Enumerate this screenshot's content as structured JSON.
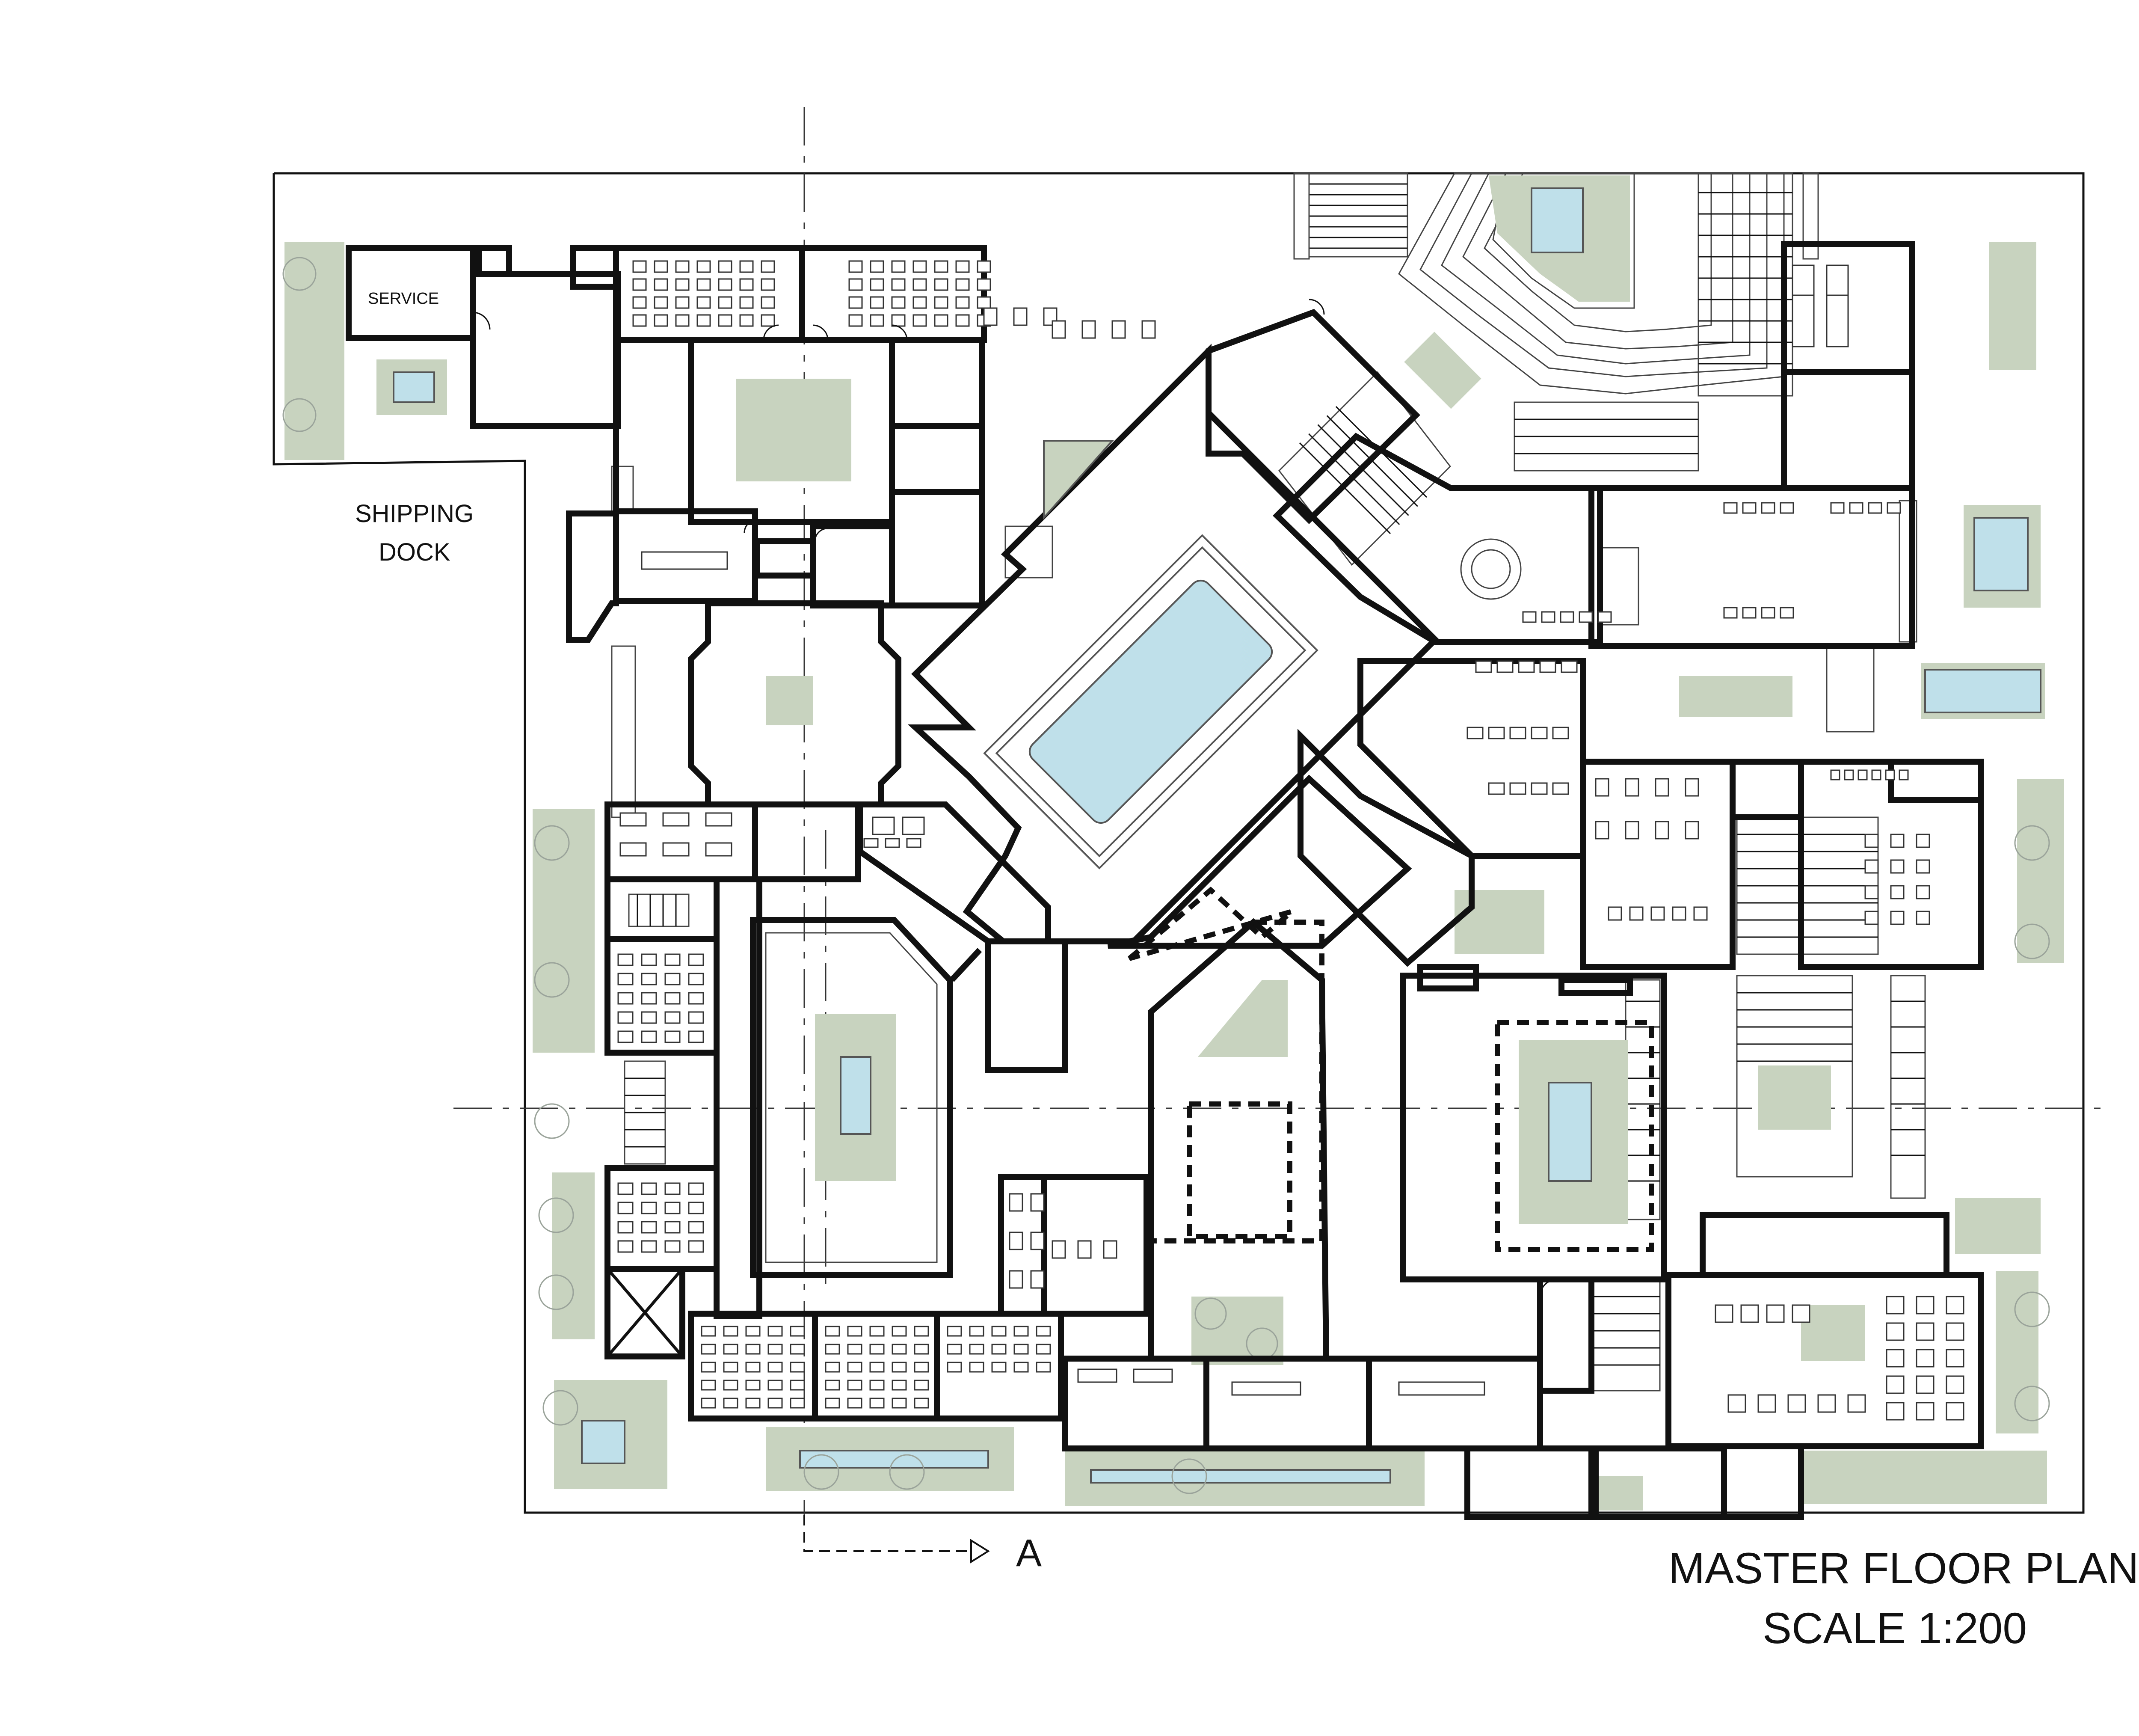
{
  "drawing": {
    "title": "MASTER FLOOR PLAN",
    "scale": "SCALE 1:200",
    "section_marker": "A"
  },
  "labels": {
    "service": "SERVICE",
    "shipping_line1": "SHIPPING",
    "shipping_line2": "DOCK"
  },
  "colors": {
    "wall": "#111111",
    "landscape": "#c8d3bf",
    "water": "#bfe0ea",
    "paper": "#ffffff"
  },
  "icons": [
    "tree-icon",
    "stair-icon",
    "door-swing-icon",
    "section-arrow-icon"
  ]
}
